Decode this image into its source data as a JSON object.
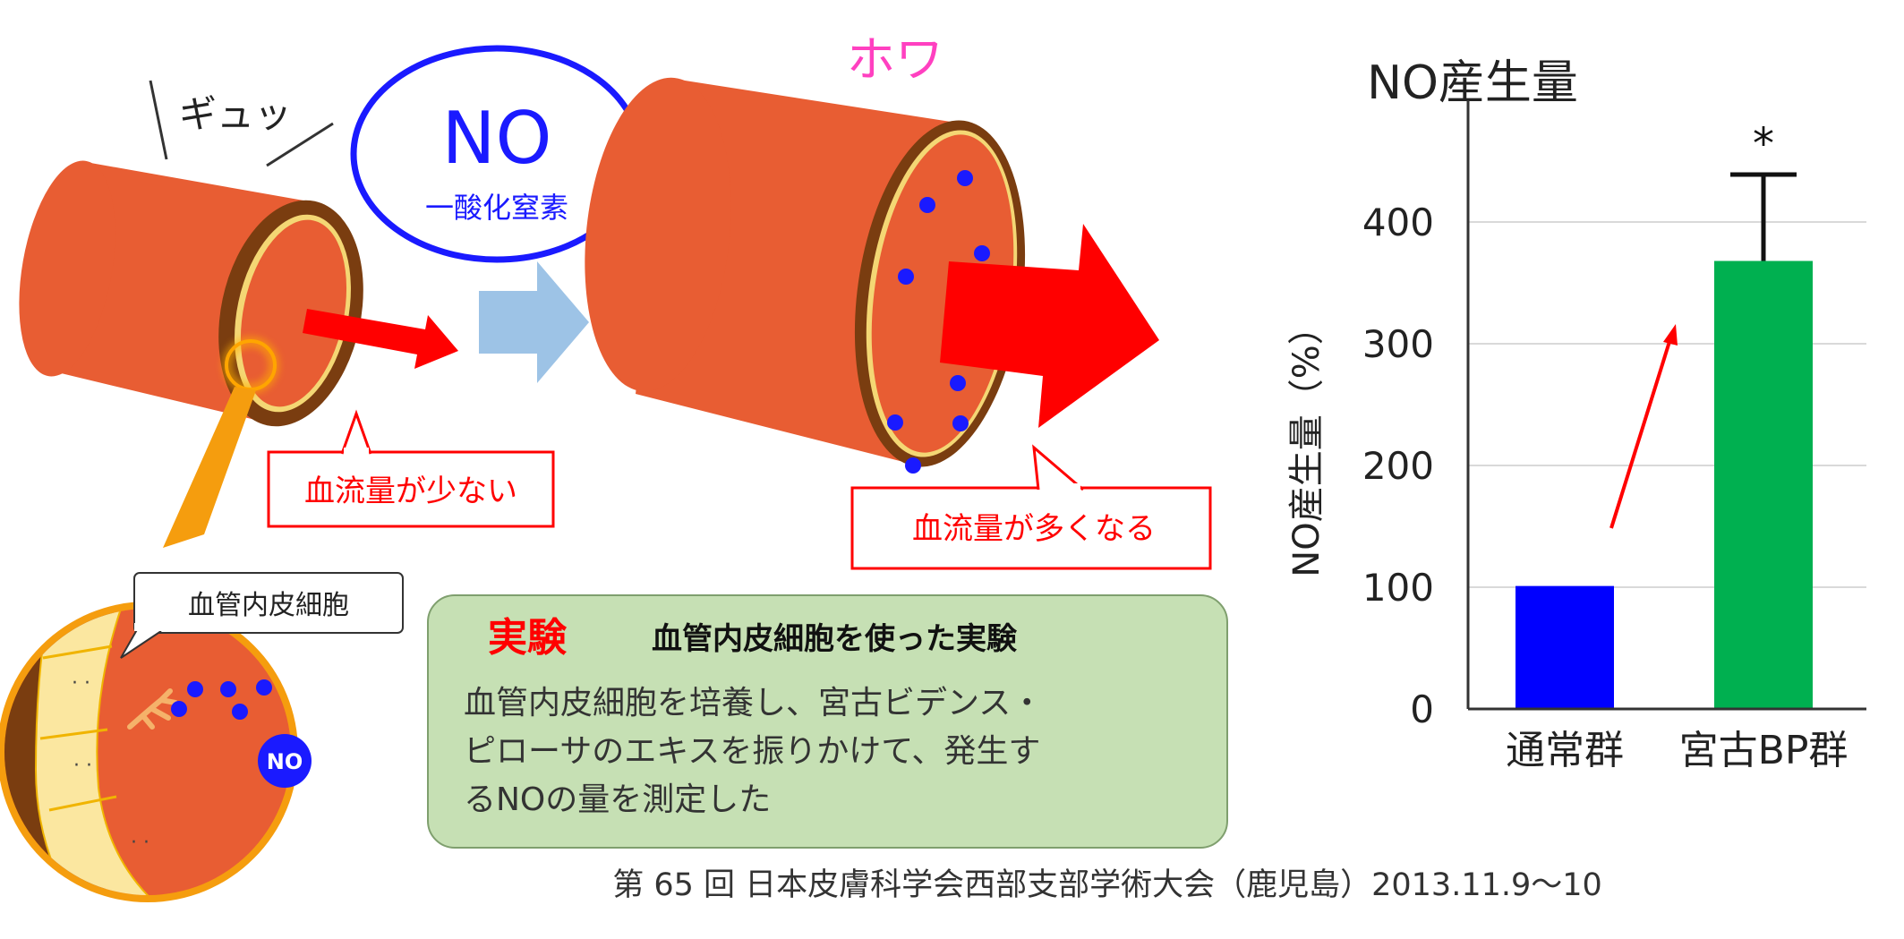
{
  "left_panel": {
    "squeeze_text": "ギュッ",
    "fluffy_text": "ホワ",
    "no_bubble": {
      "symbol": "NO",
      "name": "一酸化窒素"
    },
    "low_flow_label": "血流量が少ない",
    "high_flow_label": "血流量が多くなる",
    "cell_label": "血管内皮細胞",
    "no_dot_label": "NO"
  },
  "experiment": {
    "tag": "実験",
    "title": "血管内皮細胞を使った実験",
    "lines": [
      "血管内皮細胞を培養し、宮古ビデンス・",
      "ピローサのエキスを振りかけて、発生す",
      "るNOの量を測定した"
    ]
  },
  "footer": {
    "conference": "第 65 回  日本皮膚科学会西部支部学術大会（鹿児島）2013.11.9～10"
  },
  "colors": {
    "vessel": "#e85d33",
    "vessel_dark": "#7a3d10",
    "vessel_lumen_edge": "#f4d774",
    "no_blue": "#1a1aff",
    "red": "#ff0000",
    "light_blue_arrow": "#9dc3e6",
    "green_box": "#c6e0b4",
    "bar_control": "#0000ff",
    "bar_bp": "#00b050",
    "cell_yellow": "#fbe7a0",
    "orange_ring": "#f59d0e"
  },
  "chart_data": {
    "type": "bar",
    "title": "NO産生量",
    "xlabel": "",
    "ylabel": "NO産生量（%）",
    "categories": [
      "通常群",
      "宮古BP群"
    ],
    "values": [
      101,
      368
    ],
    "error_bars": [
      null,
      71
    ],
    "significance": [
      "",
      "*"
    ],
    "ylim": [
      0,
      500
    ],
    "yticks": [
      0,
      100,
      200,
      300,
      400
    ],
    "grid": true
  }
}
